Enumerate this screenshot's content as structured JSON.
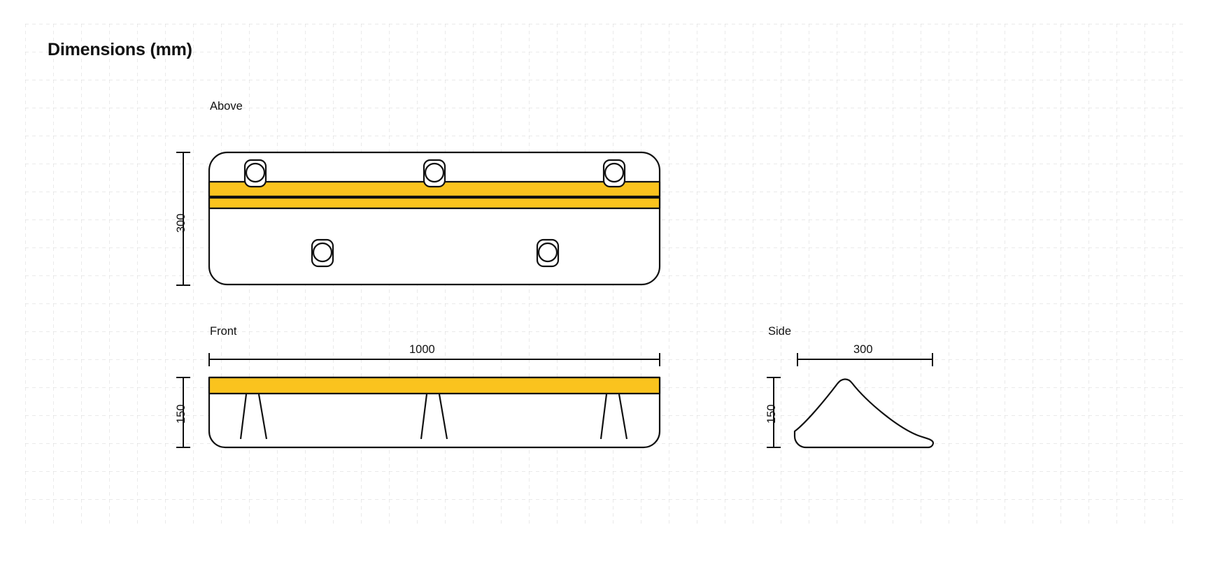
{
  "page": {
    "title": "Dimensions (mm)",
    "background_color": "#ffffff",
    "grid_color": "#d4d4d4",
    "line_color": "#111111",
    "accent_color": "#fac31e"
  },
  "views": {
    "above": {
      "label": "Above",
      "height_dim": "300"
    },
    "front": {
      "label": "Front",
      "width_dim": "1000",
      "height_dim": "150"
    },
    "side": {
      "label": "Side",
      "width_dim": "300",
      "height_dim": "150"
    }
  },
  "drawing": {
    "unit": "mm",
    "object": "wedge-bench",
    "overall_length": "1000",
    "overall_depth": "300",
    "overall_height": "150",
    "top_bolts": 5,
    "front_legs": 3
  }
}
